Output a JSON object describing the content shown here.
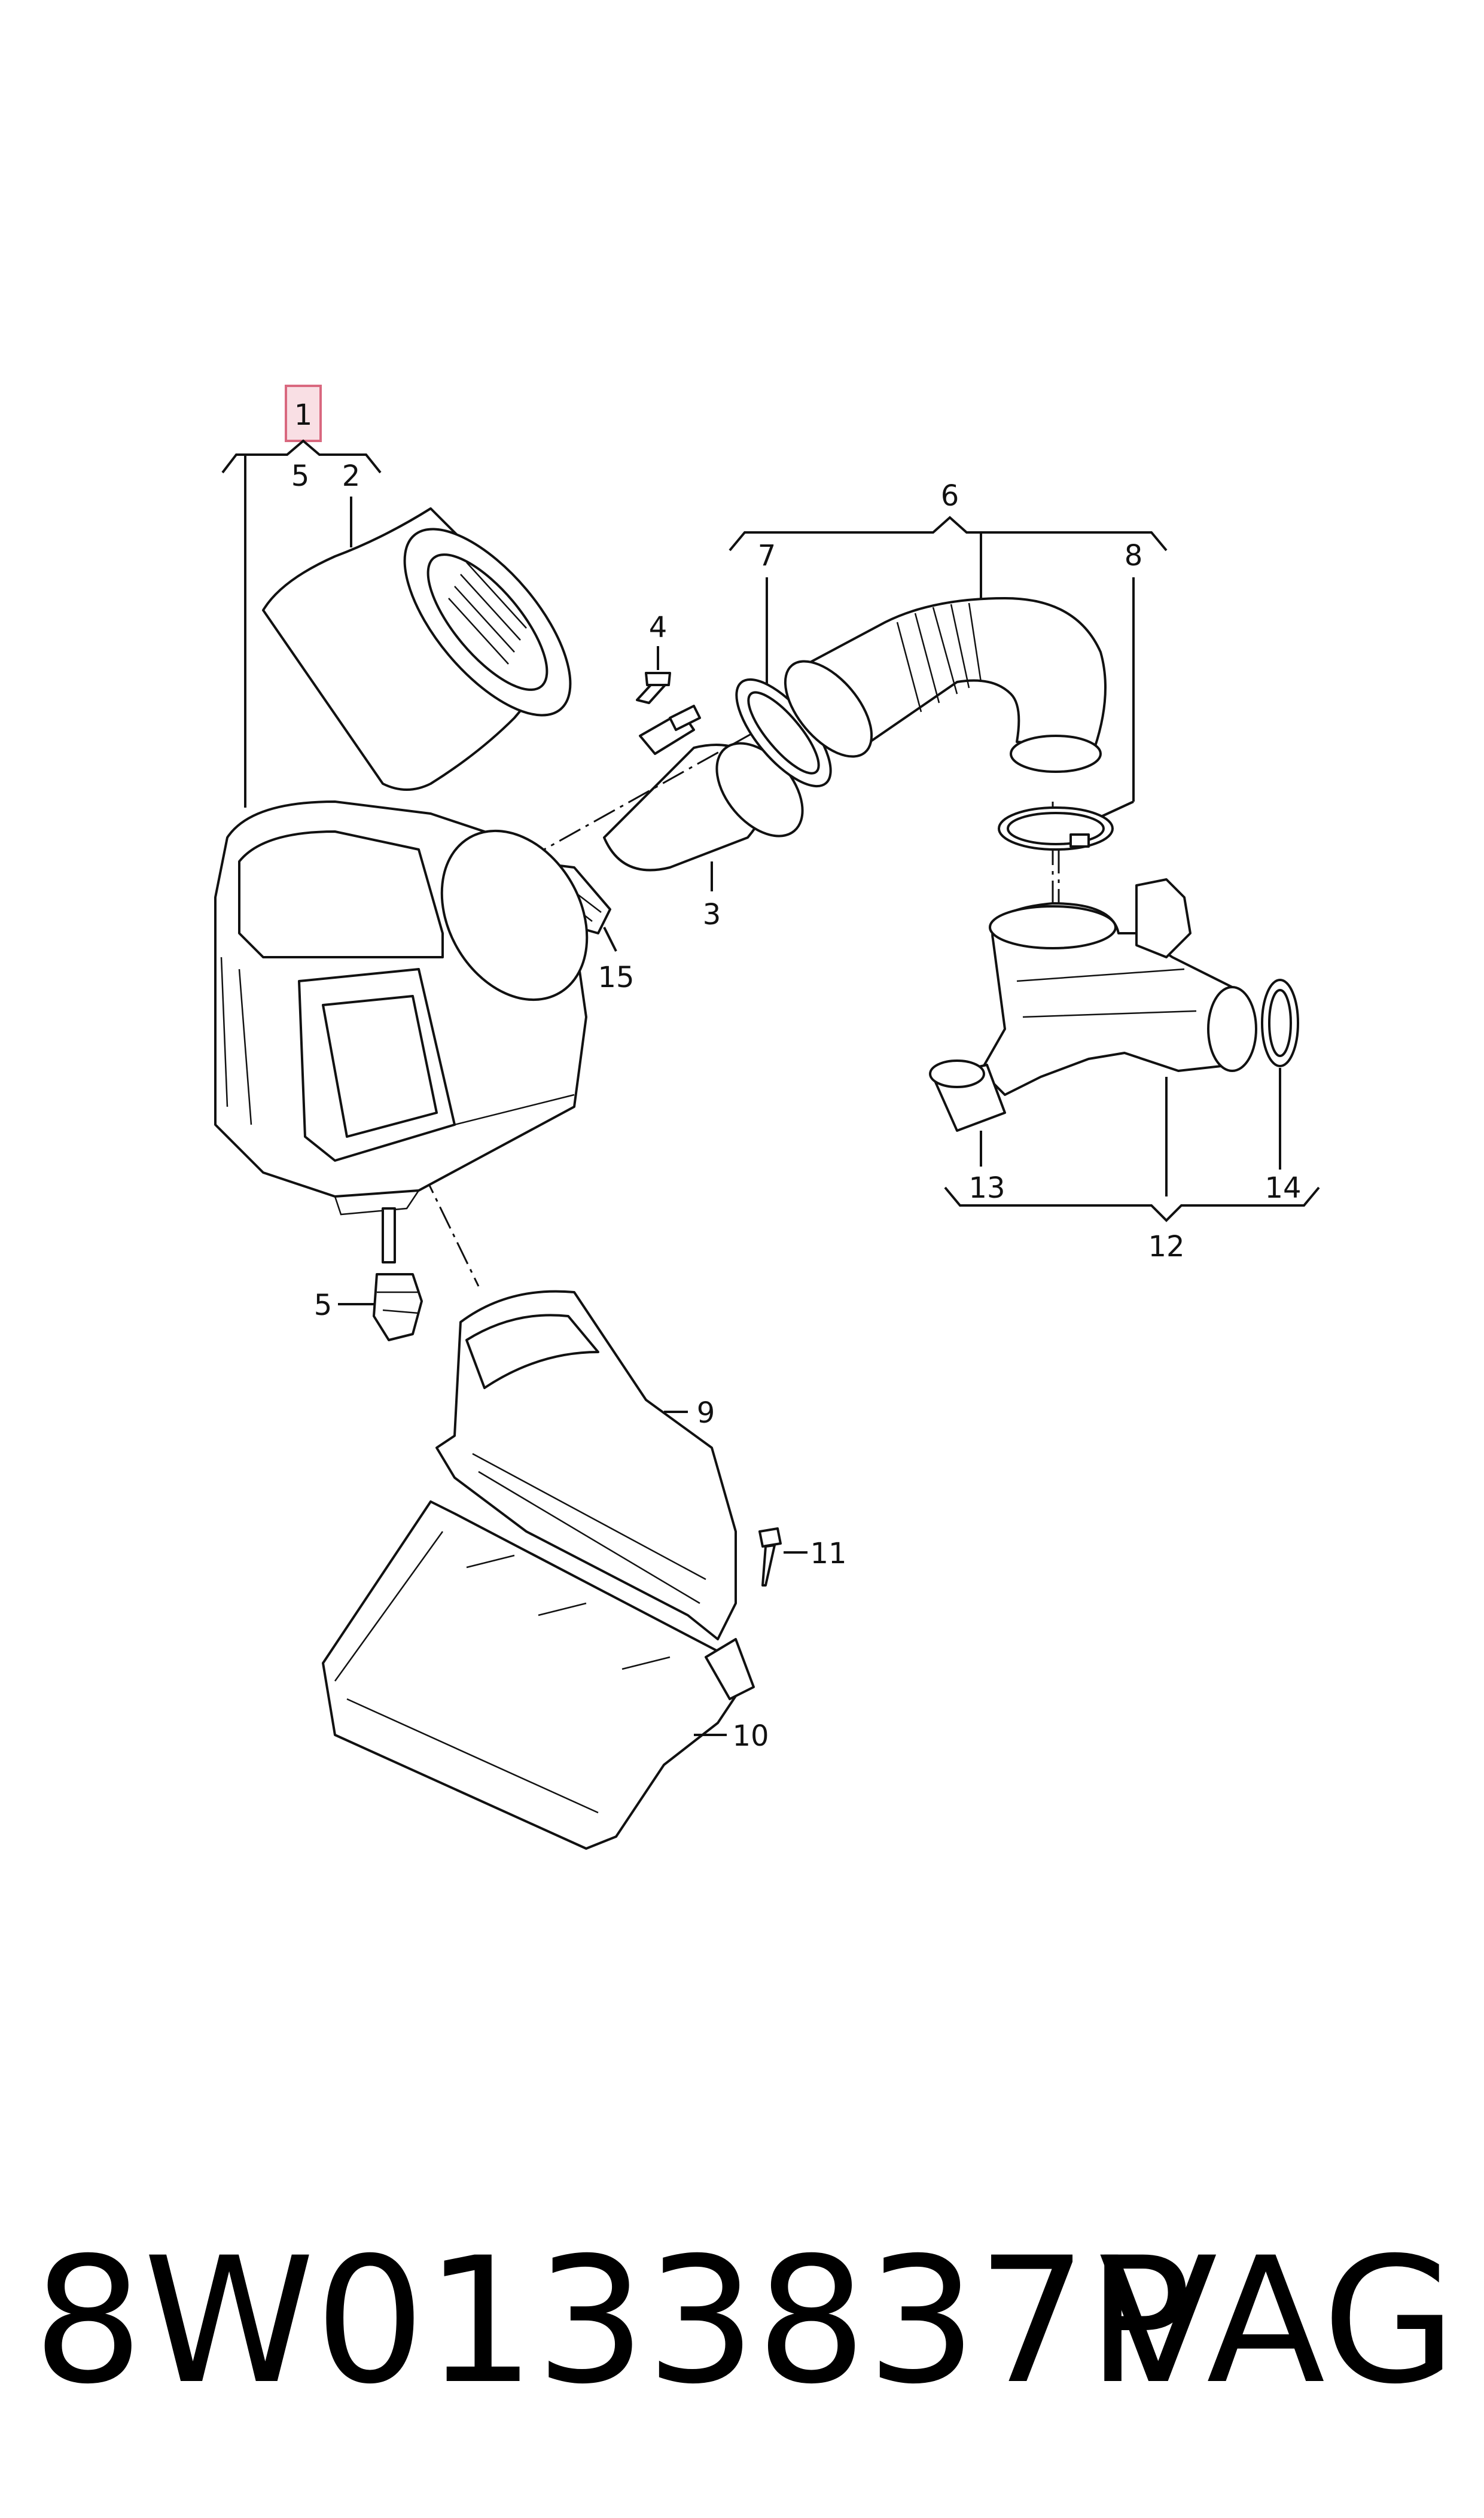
{
  "diagram": {
    "highlight_color": "#f9dfe4",
    "highlight_border": "#d9687f",
    "labels": {
      "l1": "1",
      "l2": "2",
      "l3": "3",
      "l4": "4",
      "l5a": "5",
      "l5b": "5",
      "l6": "6",
      "l7": "7",
      "l8": "8",
      "l9": "9",
      "l10": "10",
      "l11": "11",
      "l12": "12",
      "l13": "13",
      "l14": "14",
      "l15": "15"
    }
  },
  "footer": {
    "part_number": "8W0133837P",
    "brand": "VAG"
  }
}
